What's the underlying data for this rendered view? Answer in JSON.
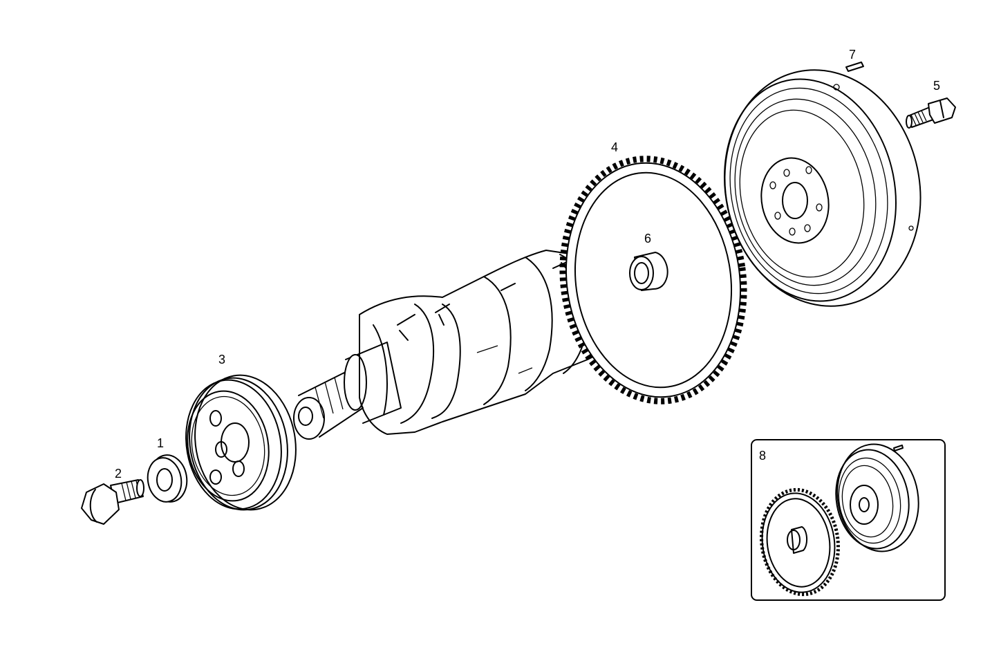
{
  "callouts": {
    "washer": "1",
    "pulley_bolt": "2",
    "crankshaft_pulley": "3",
    "ring_gear": "4",
    "flywheel_bolt": "5",
    "pilot_bearing": "6",
    "dowel_pin": "7",
    "inset_assembly": "8"
  }
}
